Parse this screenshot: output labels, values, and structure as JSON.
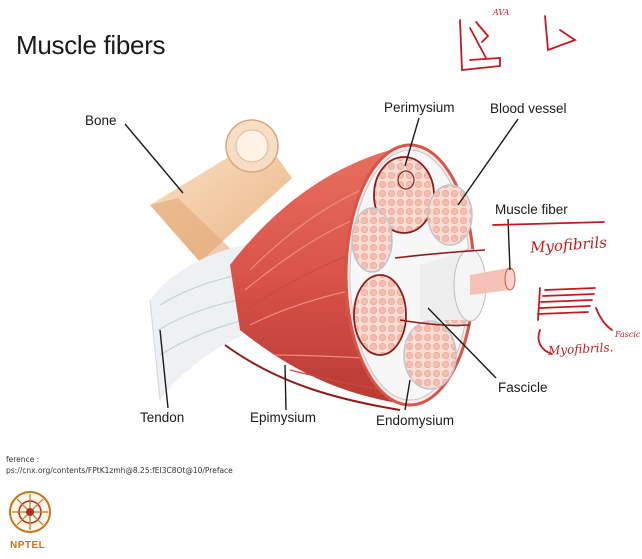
{
  "slide": {
    "title": "Muscle fibers",
    "labels": {
      "bone": "Bone",
      "perimysium": "Perimysium",
      "blood_vessel": "Blood vessel",
      "muscle_fiber": "Muscle fiber",
      "tendon": "Tendon",
      "epimysium": "Epimysium",
      "endomysium": "Endomysium",
      "fascicle": "Fascicle"
    },
    "annotations": {
      "myofibrils_1": "Myofibrils",
      "myofibrils_2": "Myofibrils.",
      "corner_note": "AVA",
      "edge_note": "Fascic"
    },
    "reference": {
      "heading": "ference :",
      "url": "ps://cnx.org/contents/FPtK1zmh@8.25:fEI3C8Ot@10/Preface"
    },
    "logo": {
      "text": "NPTEL"
    }
  },
  "colors": {
    "muscle_red": "#d9534a",
    "muscle_dark": "#b83a33",
    "bone": "#f2c9a0",
    "tendon": "#eaeef2",
    "ink_red": "#c41a1f",
    "logo_orange": "#c4761a"
  }
}
